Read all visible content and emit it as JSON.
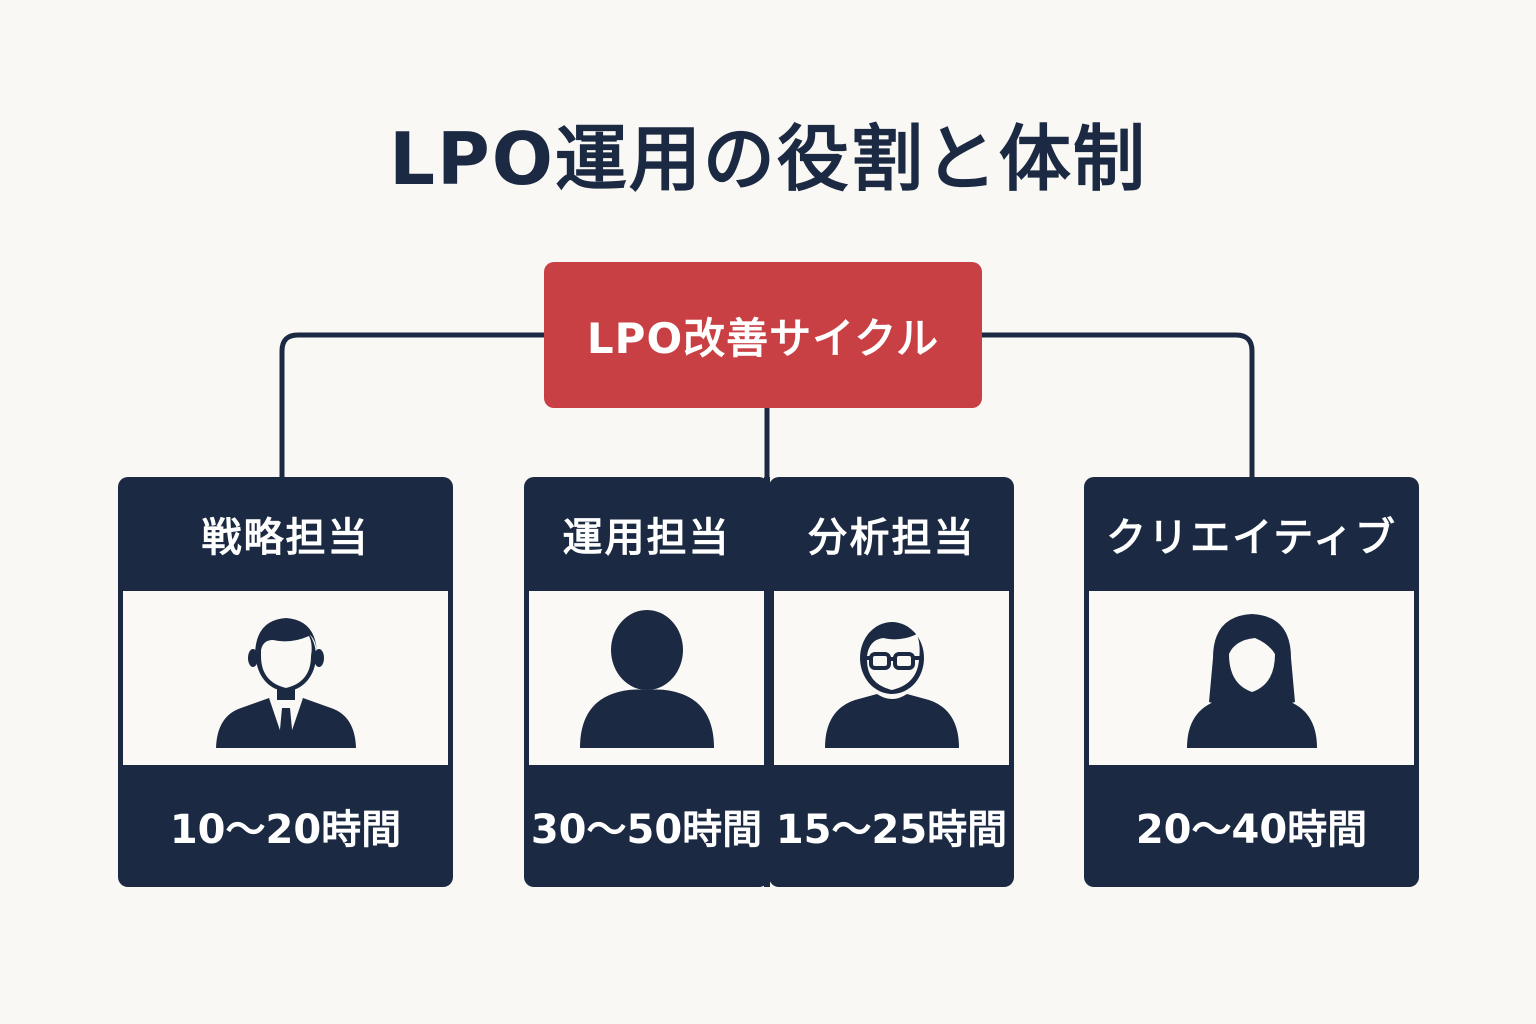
{
  "title": "LPO運用の役割と体制",
  "hub": {
    "label": "LPO改善サイクル",
    "color": "#c84044"
  },
  "roles": [
    {
      "name": "戦略担当",
      "hours": "10〜20時間",
      "icon": "businessman-icon"
    },
    {
      "name": "運用担当",
      "hours": "30〜50時間",
      "icon": "person-icon"
    },
    {
      "name": "分析担当",
      "hours": "15〜25時間",
      "icon": "person-glasses-icon"
    },
    {
      "name": "クリエイティブ",
      "hours": "20〜40時間",
      "icon": "woman-icon"
    }
  ],
  "colors": {
    "navy": "#1b2a42",
    "background": "#faf8f4"
  }
}
